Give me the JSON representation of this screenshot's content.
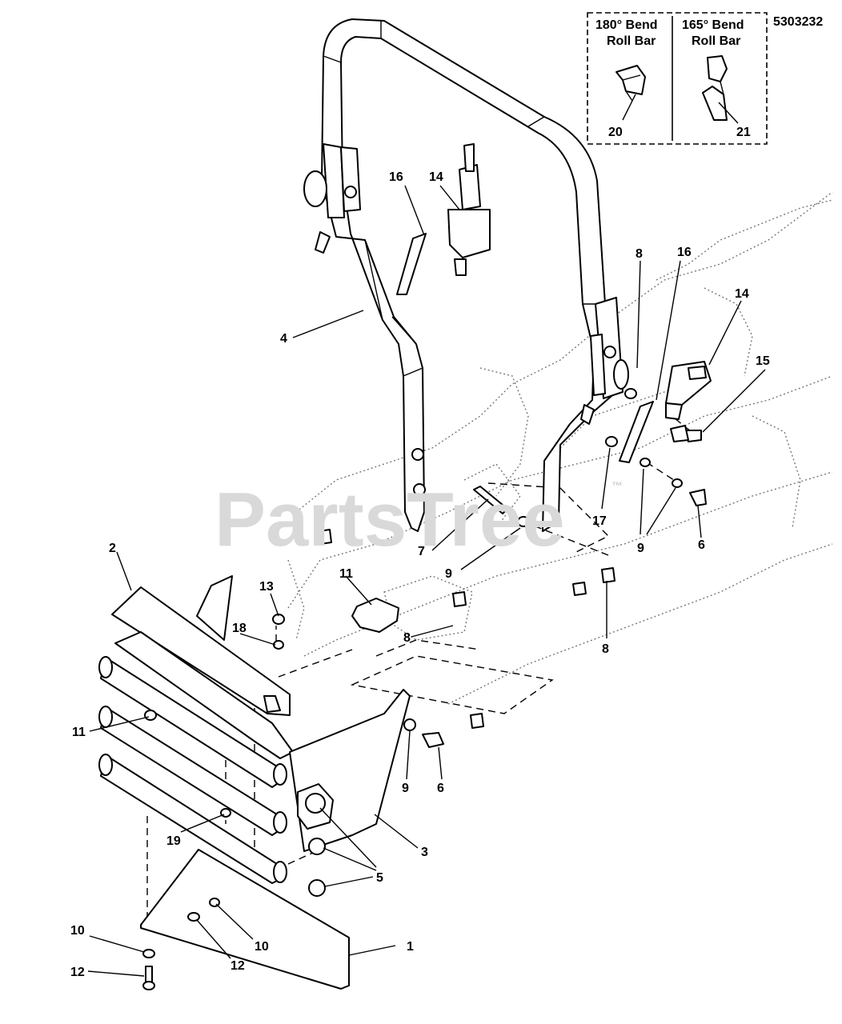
{
  "diagram": {
    "part_number": "5303232",
    "watermark": "PartsTree",
    "watermark_tm": "™",
    "inset": {
      "left_title_line1": "180° Bend",
      "left_title_line2": "Roll Bar",
      "left_callout": "20",
      "right_title_line1": "165° Bend",
      "right_title_line2": "Roll Bar",
      "right_callout": "21"
    },
    "callouts": [
      {
        "id": "c-16a",
        "text": "16"
      },
      {
        "id": "c-14a",
        "text": "14"
      },
      {
        "id": "c-4",
        "text": "4"
      },
      {
        "id": "c-8a",
        "text": "8"
      },
      {
        "id": "c-16b",
        "text": "16"
      },
      {
        "id": "c-14b",
        "text": "14"
      },
      {
        "id": "c-15",
        "text": "15"
      },
      {
        "id": "c-17",
        "text": "17"
      },
      {
        "id": "c-7",
        "text": "7"
      },
      {
        "id": "c-9a",
        "text": "9"
      },
      {
        "id": "c-9b",
        "text": "9"
      },
      {
        "id": "c-6a",
        "text": "6"
      },
      {
        "id": "c-2",
        "text": "2"
      },
      {
        "id": "c-13",
        "text": "13"
      },
      {
        "id": "c-11a",
        "text": "11"
      },
      {
        "id": "c-18",
        "text": "18"
      },
      {
        "id": "c-8b",
        "text": "8"
      },
      {
        "id": "c-8c",
        "text": "8"
      },
      {
        "id": "c-11b",
        "text": "11"
      },
      {
        "id": "c-9c",
        "text": "9"
      },
      {
        "id": "c-6b",
        "text": "6"
      },
      {
        "id": "c-19",
        "text": "19"
      },
      {
        "id": "c-3",
        "text": "3"
      },
      {
        "id": "c-5",
        "text": "5"
      },
      {
        "id": "c-10a",
        "text": "10"
      },
      {
        "id": "c-10b",
        "text": "10"
      },
      {
        "id": "c-12a",
        "text": "12"
      },
      {
        "id": "c-12b",
        "text": "12"
      },
      {
        "id": "c-1",
        "text": "1"
      }
    ]
  }
}
